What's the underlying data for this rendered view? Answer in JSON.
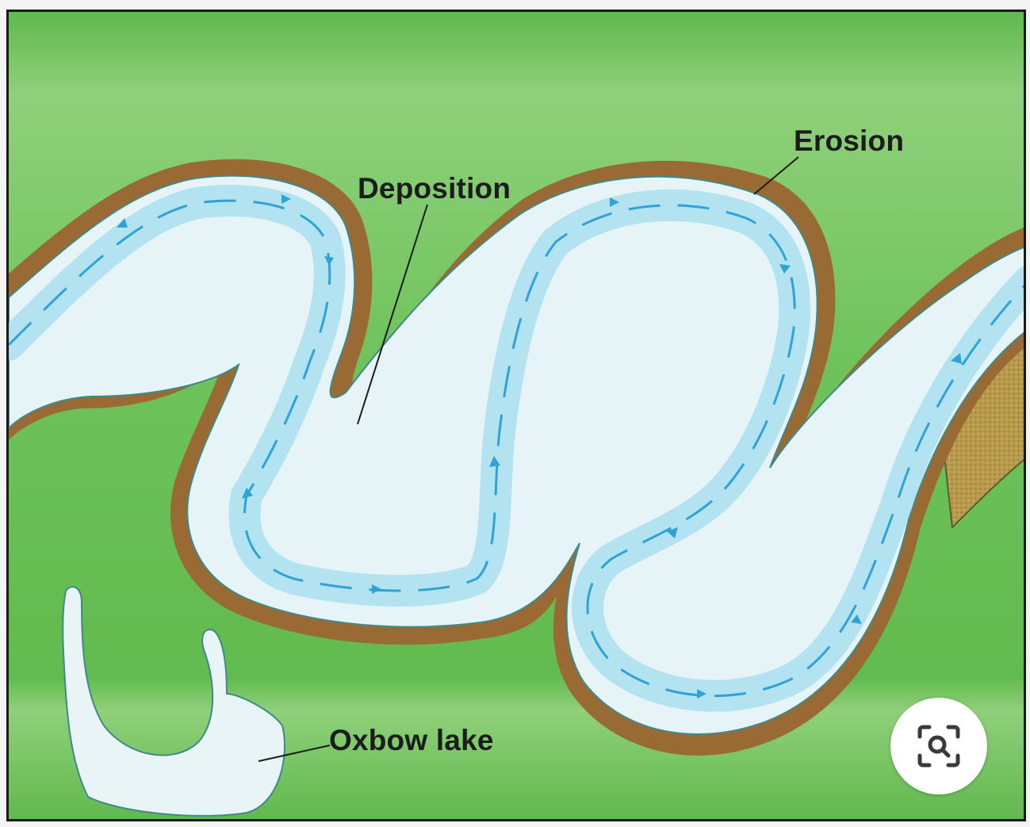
{
  "labels": {
    "erosion": "Erosion",
    "deposition": "Deposition",
    "oxbow": "Oxbow lake"
  },
  "colors": {
    "grass": "#6fc25a",
    "bank": "#9a6a35",
    "sediment": "#b79a4a",
    "water_light": "#e6f3f7",
    "water_edge": "#9fdbeb",
    "flow_arrow": "#2fa3d6",
    "outline": "#3c7b7a"
  },
  "icons": {
    "lens": "visual-search-icon"
  }
}
